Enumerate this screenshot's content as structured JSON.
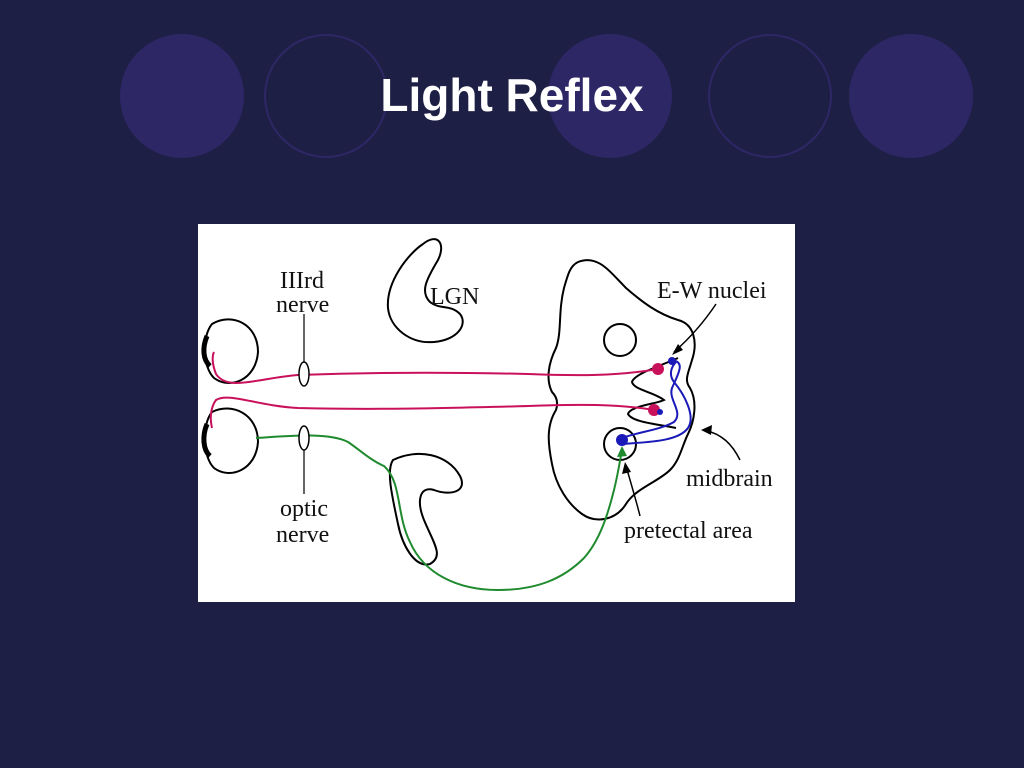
{
  "slide": {
    "title": "Light Reflex",
    "background_color": "#1e1f45",
    "decor_circle_color": "#2e2766"
  },
  "diagram": {
    "labels": {
      "third_nerve_line1": "IIIrd",
      "third_nerve_line2": "nerve",
      "lgn": "LGN",
      "ew_nuclei": "E-W nuclei",
      "midbrain": "midbrain",
      "optic_line1": "optic",
      "optic_line2": "nerve",
      "pretectal_area": "pretectal area"
    },
    "colors": {
      "oculomotor_pathway": "#c8115a",
      "optic_pathway": "#1f8a2e",
      "pretectal_to_ew_pathway": "#1a1ab8",
      "outline": "#000000"
    }
  }
}
